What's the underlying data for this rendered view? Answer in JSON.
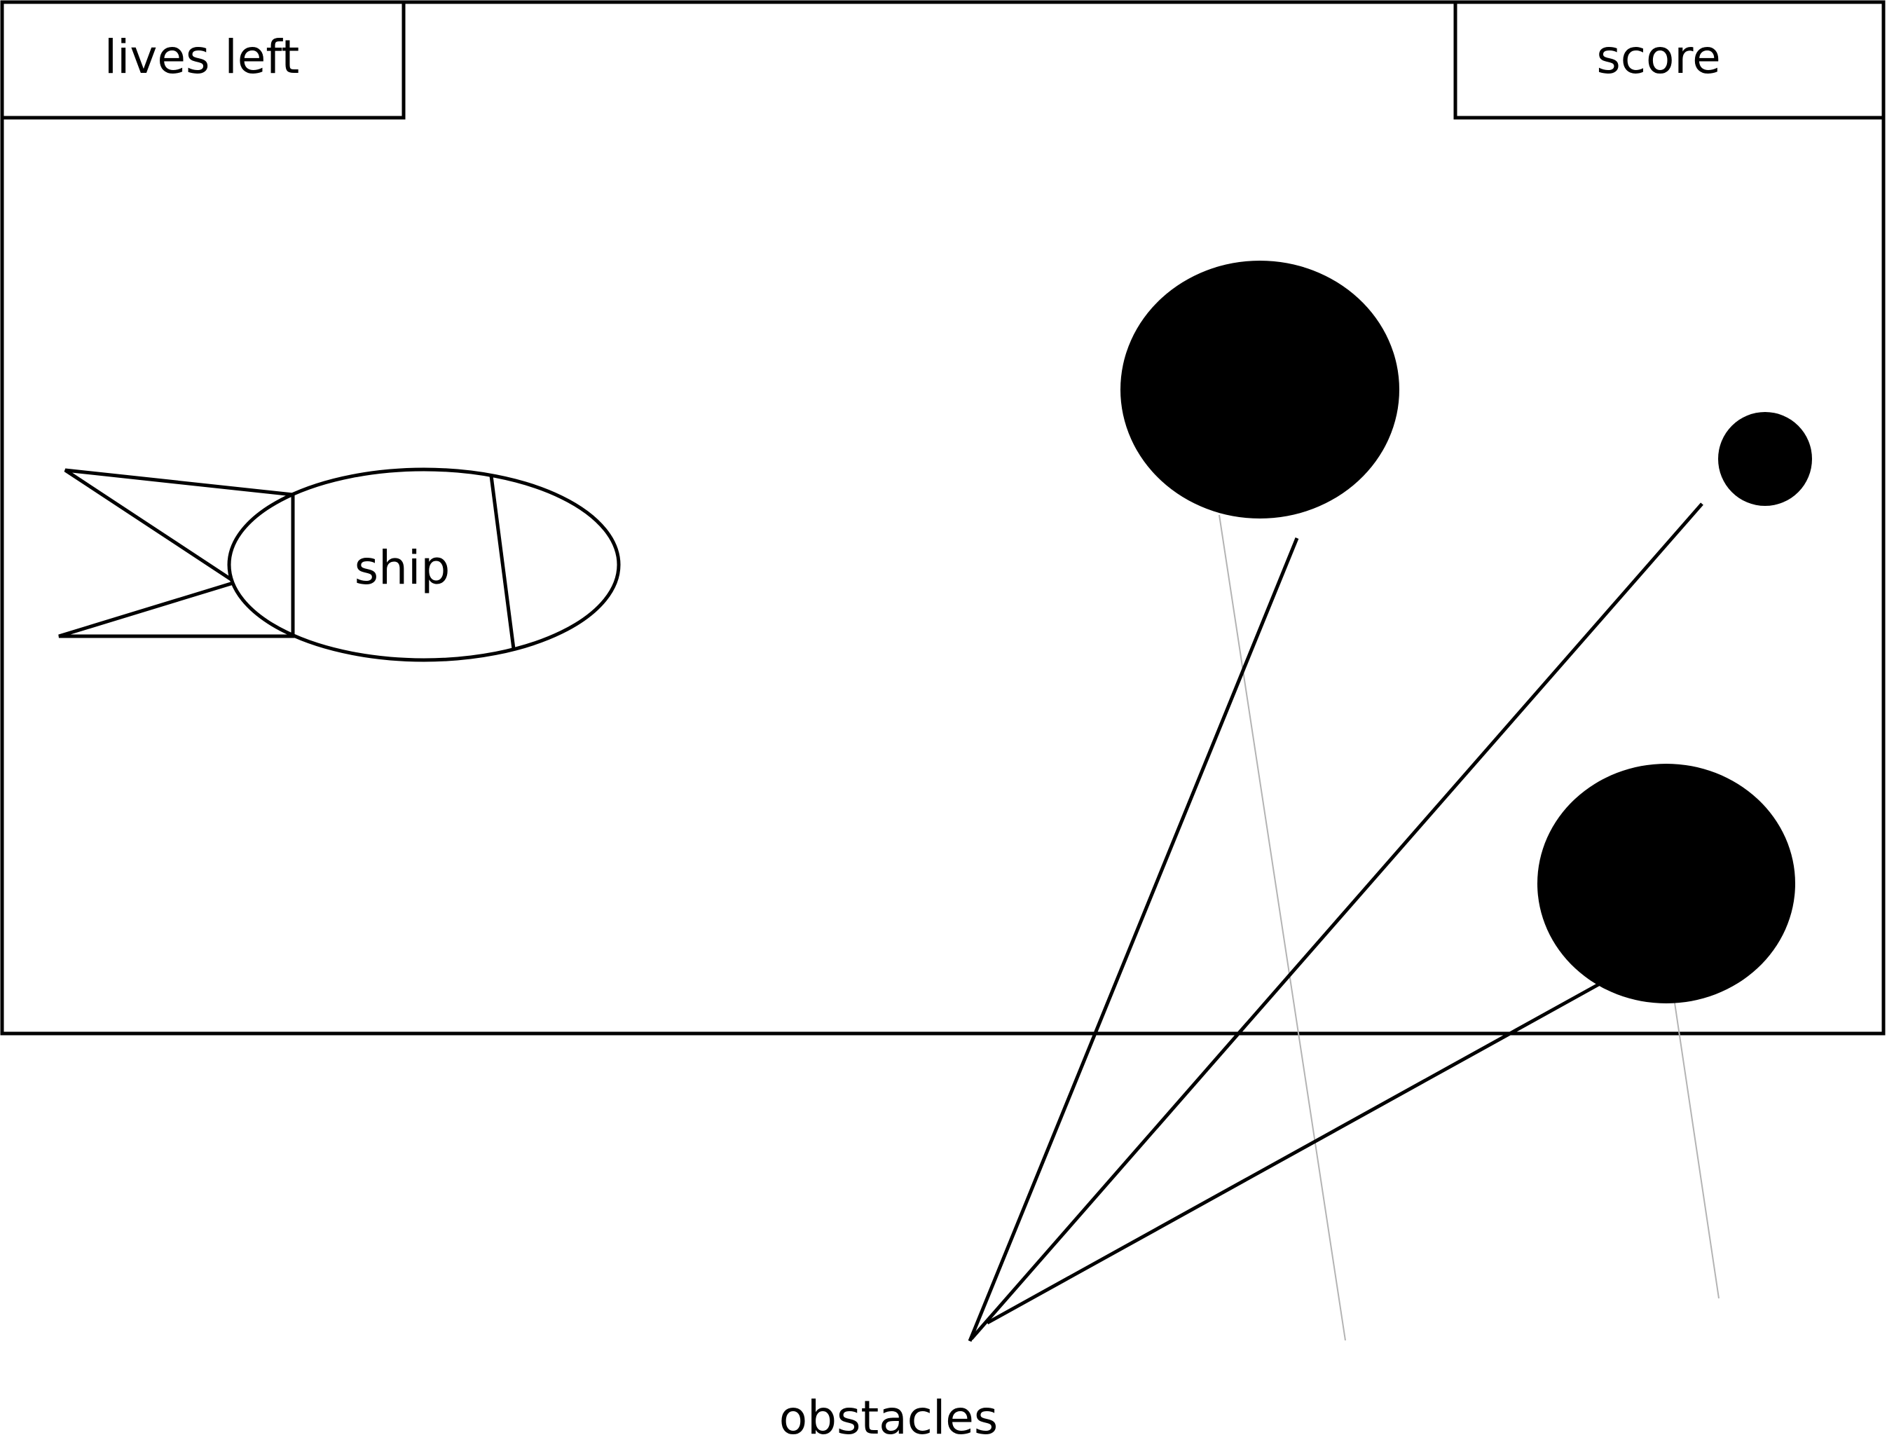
{
  "hud": {
    "lives_label": "lives left",
    "score_label": "score"
  },
  "ship": {
    "label": "ship"
  },
  "obstacles": {
    "label": "obstacles",
    "count": 3
  },
  "colors": {
    "line": "#000000",
    "obstacle_fill": "#000000",
    "guide_line": "#b3b3b3",
    "background": "#ffffff"
  }
}
